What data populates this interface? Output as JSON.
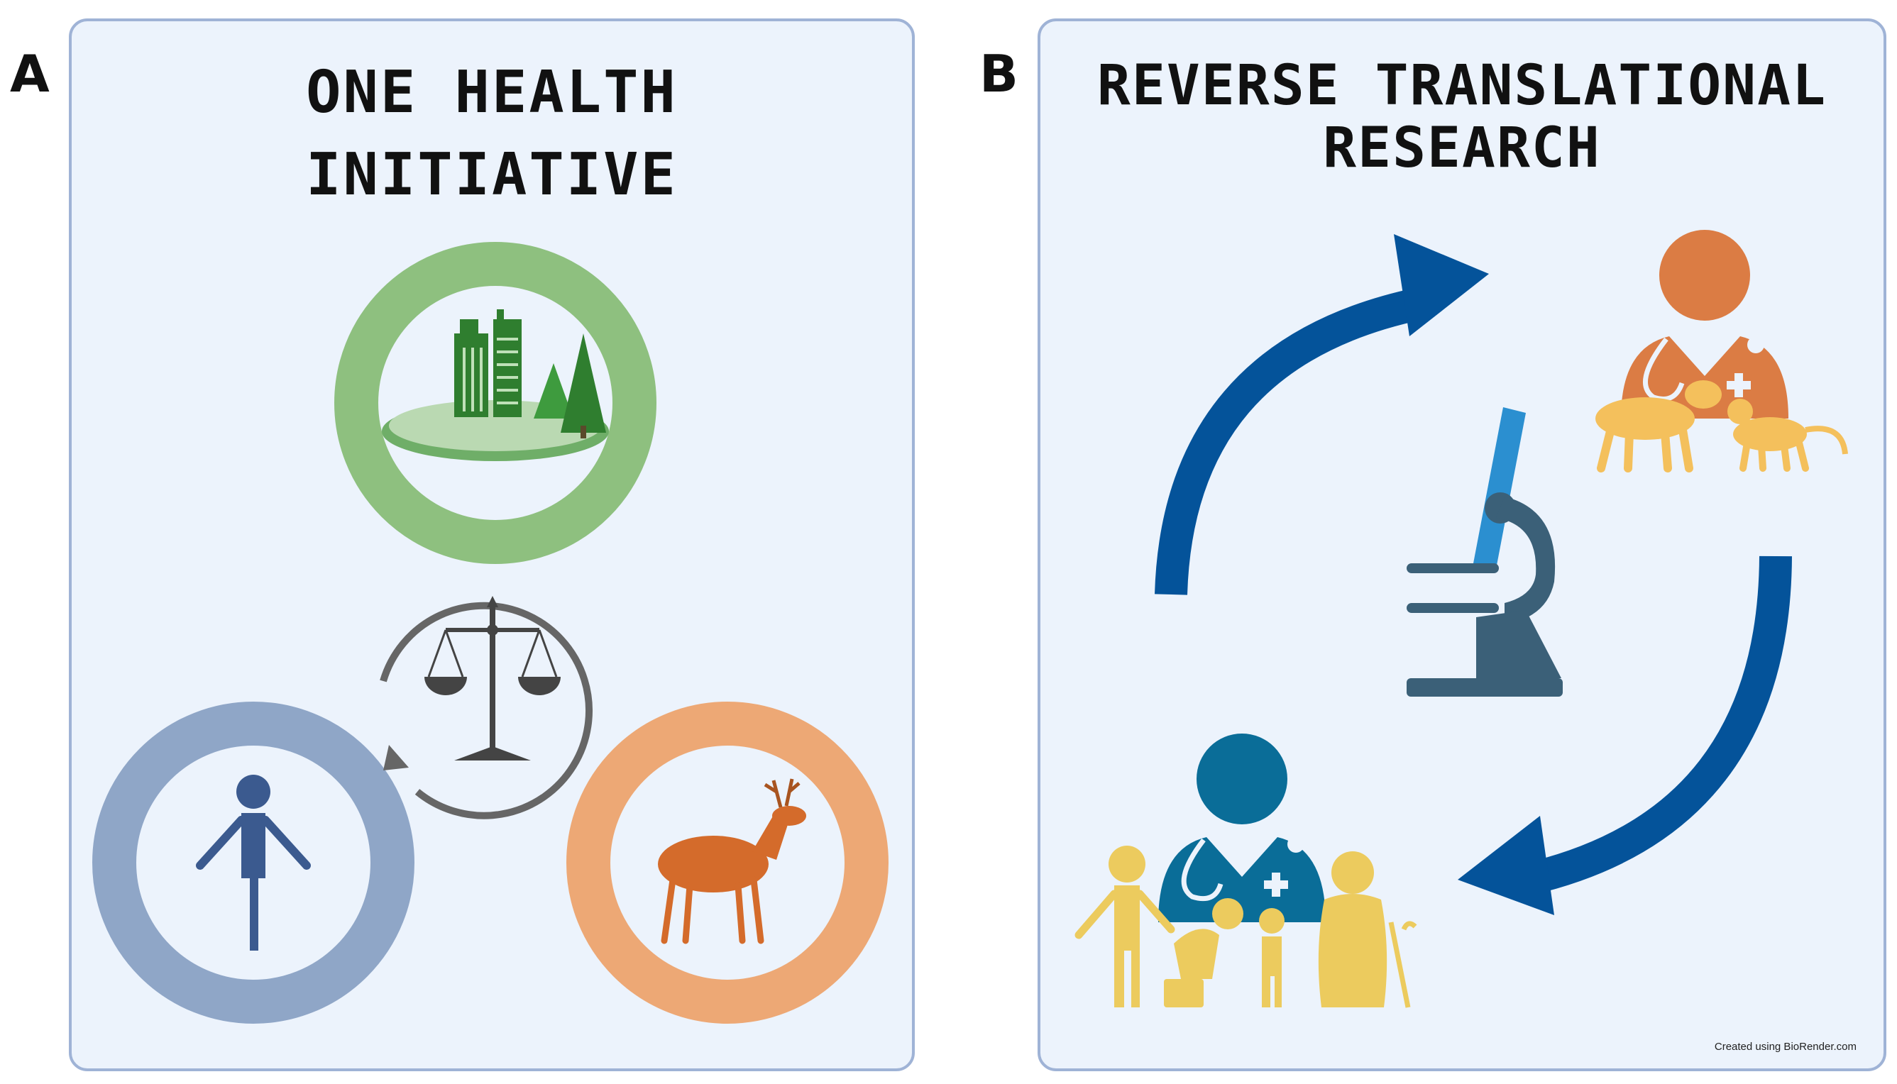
{
  "panel_a": {
    "letter": "A",
    "title_line1": "ONE HEALTH",
    "title_line2": "INITIATIVE",
    "colors": {
      "environment": "#8ec07f",
      "human": "#8fa6c7",
      "animal": "#eda875",
      "cycle": "#666666"
    }
  },
  "panel_b": {
    "letter": "B",
    "title_line1": "REVERSE TRANSLATIONAL",
    "title_line2": "RESEARCH",
    "credit": "Created using BioRender.com",
    "colors": {
      "arrow": "#04539a",
      "vet": "#db7c44",
      "animals": "#f4c05c",
      "microscope": "#3b6078",
      "doctor": "#0a6d98",
      "patients": "#eccb5e"
    }
  }
}
